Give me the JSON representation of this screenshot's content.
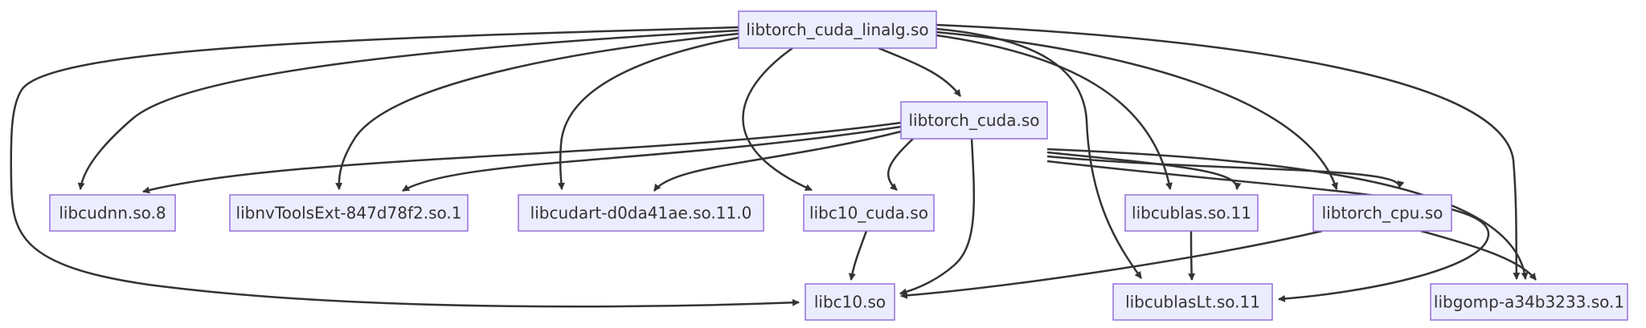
{
  "diagram": {
    "type": "dependency-graph",
    "background": "#ffffff",
    "colors": {
      "node_fill": "#ECECFF",
      "node_border": "#9370DB",
      "edge": "#333333",
      "text": "#333333"
    },
    "nodes": [
      {
        "id": "libtorch_cuda_linalg",
        "label": "libtorch_cuda_linalg.so"
      },
      {
        "id": "libtorch_cuda",
        "label": "libtorch_cuda.so"
      },
      {
        "id": "libcudnn",
        "label": "libcudnn.so.8"
      },
      {
        "id": "libnvToolsExt",
        "label": "libnvToolsExt-847d78f2.so.1"
      },
      {
        "id": "libcudart",
        "label": "libcudart-d0da41ae.so.11.0"
      },
      {
        "id": "libc10_cuda",
        "label": "libc10_cuda.so"
      },
      {
        "id": "libcublas",
        "label": "libcublas.so.11"
      },
      {
        "id": "libtorch_cpu",
        "label": "libtorch_cpu.so"
      },
      {
        "id": "libc10",
        "label": "libc10.so"
      },
      {
        "id": "libcublasLt",
        "label": "libcublasLt.so.11"
      },
      {
        "id": "libgomp",
        "label": "libgomp-a34b3233.so.1"
      }
    ],
    "edges": [
      {
        "from": "libtorch_cuda_linalg",
        "to": "libcudnn"
      },
      {
        "from": "libtorch_cuda_linalg",
        "to": "libnvToolsExt"
      },
      {
        "from": "libtorch_cuda_linalg",
        "to": "libcudart"
      },
      {
        "from": "libtorch_cuda_linalg",
        "to": "libc10_cuda"
      },
      {
        "from": "libtorch_cuda_linalg",
        "to": "libtorch_cuda"
      },
      {
        "from": "libtorch_cuda_linalg",
        "to": "libcublas"
      },
      {
        "from": "libtorch_cuda_linalg",
        "to": "libtorch_cpu"
      },
      {
        "from": "libtorch_cuda_linalg",
        "to": "libc10"
      },
      {
        "from": "libtorch_cuda_linalg",
        "to": "libcublasLt"
      },
      {
        "from": "libtorch_cuda_linalg",
        "to": "libgomp"
      },
      {
        "from": "libtorch_cuda",
        "to": "libcudnn"
      },
      {
        "from": "libtorch_cuda",
        "to": "libnvToolsExt"
      },
      {
        "from": "libtorch_cuda",
        "to": "libcudart"
      },
      {
        "from": "libtorch_cuda",
        "to": "libc10_cuda"
      },
      {
        "from": "libtorch_cuda",
        "to": "libcublas"
      },
      {
        "from": "libtorch_cuda",
        "to": "libtorch_cpu"
      },
      {
        "from": "libtorch_cuda",
        "to": "libc10"
      },
      {
        "from": "libtorch_cuda",
        "to": "libcublasLt"
      },
      {
        "from": "libtorch_cuda",
        "to": "libgomp"
      },
      {
        "from": "libc10_cuda",
        "to": "libc10"
      },
      {
        "from": "libcublas",
        "to": "libcublasLt"
      },
      {
        "from": "libtorch_cpu",
        "to": "libc10"
      },
      {
        "from": "libtorch_cpu",
        "to": "libgomp"
      }
    ]
  }
}
